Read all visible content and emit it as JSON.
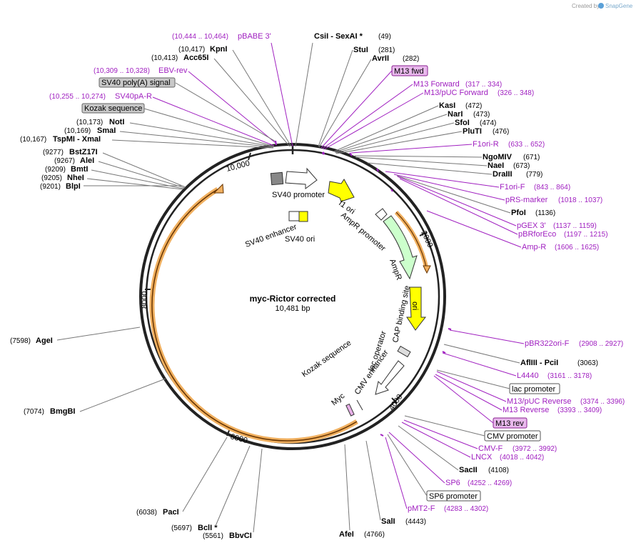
{
  "credit": {
    "prefix": "Created by",
    "brand": "SnapGene"
  },
  "map": {
    "name": "myc-Rictor corrected",
    "length": "10,481 bp"
  },
  "ticks": [
    "10,000",
    "2000",
    "4000",
    "6000",
    "8000"
  ],
  "left_labels": [
    {
      "pos": "(10,444 .. 10,464)",
      "name": "pBABE 3'",
      "kind": "primer"
    },
    {
      "pos": "(10,417)",
      "name": "KpnI",
      "kind": "enzyme"
    },
    {
      "pos": "(10,413)",
      "name": "Acc65I",
      "kind": "enzyme"
    },
    {
      "pos": "(10,309 .. 10,328)",
      "name": "EBV-rev",
      "kind": "primer"
    },
    {
      "pos": "",
      "name": "SV40 poly(A) signal",
      "kind": "feature-gray"
    },
    {
      "pos": "(10,255 .. 10,274)",
      "name": "SV40pA-R",
      "kind": "primer"
    },
    {
      "pos": "",
      "name": "Kozak sequence",
      "kind": "feature-gray"
    },
    {
      "pos": "(10,173)",
      "name": "NotI",
      "kind": "enzyme"
    },
    {
      "pos": "(10,169)",
      "name": "SmaI",
      "kind": "enzyme"
    },
    {
      "pos": "(10,167)",
      "name": "TspMI  - XmaI",
      "kind": "enzyme"
    },
    {
      "pos": "(9277)",
      "name": "BstZ17I",
      "kind": "enzyme"
    },
    {
      "pos": "(9267)",
      "name": "AleI",
      "kind": "enzyme"
    },
    {
      "pos": "(9209)",
      "name": "BmtI",
      "kind": "enzyme"
    },
    {
      "pos": "(9205)",
      "name": "NheI",
      "kind": "enzyme"
    },
    {
      "pos": "(9201)",
      "name": "BlpI",
      "kind": "enzyme"
    },
    {
      "pos": "(7598)",
      "name": "AgeI",
      "kind": "enzyme"
    },
    {
      "pos": "(7074)",
      "name": "BmgBI",
      "kind": "enzyme"
    },
    {
      "pos": "(6038)",
      "name": "PacI",
      "kind": "enzyme"
    },
    {
      "pos": "(5697)",
      "name": "BclI *",
      "kind": "enzyme"
    },
    {
      "pos": "(5561)",
      "name": "BbvCI",
      "kind": "enzyme"
    }
  ],
  "right_labels": [
    {
      "name": "CsiI  - SexAI *",
      "pos": "(49)",
      "kind": "enzyme"
    },
    {
      "name": "StuI",
      "pos": "(281)",
      "kind": "enzyme"
    },
    {
      "name": "AvrII",
      "pos": "(282)",
      "kind": "enzyme"
    },
    {
      "name": "M13 fwd",
      "pos": "",
      "kind": "feature-purple"
    },
    {
      "name": "M13 Forward",
      "pos": "(317 .. 334)",
      "kind": "primer"
    },
    {
      "name": "M13/pUC Forward",
      "pos": "(326 .. 348)",
      "kind": "primer"
    },
    {
      "name": "KasI",
      "pos": "(472)",
      "kind": "enzyme"
    },
    {
      "name": "NarI",
      "pos": "(473)",
      "kind": "enzyme"
    },
    {
      "name": "SfoI",
      "pos": "(474)",
      "kind": "enzyme"
    },
    {
      "name": "PluTI",
      "pos": "(476)",
      "kind": "enzyme"
    },
    {
      "name": "F1ori-R",
      "pos": "(633 .. 652)",
      "kind": "primer"
    },
    {
      "name": "NgoMIV",
      "pos": "(671)",
      "kind": "enzyme"
    },
    {
      "name": "NaeI",
      "pos": "(673)",
      "kind": "enzyme"
    },
    {
      "name": "DraIII",
      "pos": "(779)",
      "kind": "enzyme"
    },
    {
      "name": "F1ori-F",
      "pos": "(843 .. 864)",
      "kind": "primer"
    },
    {
      "name": "pRS-marker",
      "pos": "(1018 .. 1037)",
      "kind": "primer"
    },
    {
      "name": "PfoI",
      "pos": "(1136)",
      "kind": "enzyme"
    },
    {
      "name": "pGEX 3'",
      "pos": "(1137 .. 1159)",
      "kind": "primer"
    },
    {
      "name": "pBRforEco",
      "pos": "(1197 .. 1215)",
      "kind": "primer"
    },
    {
      "name": "Amp-R",
      "pos": "(1606 .. 1625)",
      "kind": "primer"
    },
    {
      "name": "pBR322ori-F",
      "pos": "(2908 .. 2927)",
      "kind": "primer"
    },
    {
      "name": "AflIII  - PciI",
      "pos": "(3063)",
      "kind": "enzyme"
    },
    {
      "name": "L4440",
      "pos": "(3161 .. 3178)",
      "kind": "primer"
    },
    {
      "name": "lac promoter",
      "pos": "",
      "kind": "feature-white"
    },
    {
      "name": "M13/pUC Reverse",
      "pos": "(3374 .. 3396)",
      "kind": "primer"
    },
    {
      "name": "M13 Reverse",
      "pos": "(3393 .. 3409)",
      "kind": "primer"
    },
    {
      "name": "M13 rev",
      "pos": "",
      "kind": "feature-purple"
    },
    {
      "name": "CMV promoter",
      "pos": "",
      "kind": "feature-white"
    },
    {
      "name": "CMV-F",
      "pos": "(3972 .. 3992)",
      "kind": "primer"
    },
    {
      "name": "LNCX",
      "pos": "(4018 .. 4042)",
      "kind": "primer"
    },
    {
      "name": "SacII",
      "pos": "(4108)",
      "kind": "enzyme"
    },
    {
      "name": "SP6",
      "pos": "(4252 .. 4269)",
      "kind": "primer"
    },
    {
      "name": "SP6 promoter",
      "pos": "",
      "kind": "feature-white"
    },
    {
      "name": "pMT2-F",
      "pos": "(4283 .. 4302)",
      "kind": "primer"
    },
    {
      "name": "SalI",
      "pos": "(4443)",
      "kind": "enzyme"
    },
    {
      "name": "AfeI",
      "pos": "(4766)",
      "kind": "enzyme"
    }
  ],
  "inner_features": [
    "SV40 promoter",
    "f1 ori",
    "AmpR promoter",
    "SV40 enhancer",
    "SV40 ori",
    "AmpR",
    "ori",
    "CAP binding site",
    "lac operator",
    "Kozak sequence",
    "CMV enhancer",
    "Myc"
  ],
  "colors": {
    "primer": "#a020c0",
    "backbone": "#222222",
    "orf": "#f0a030",
    "ori": "#ffff00",
    "ampr": "#ccffcc"
  }
}
